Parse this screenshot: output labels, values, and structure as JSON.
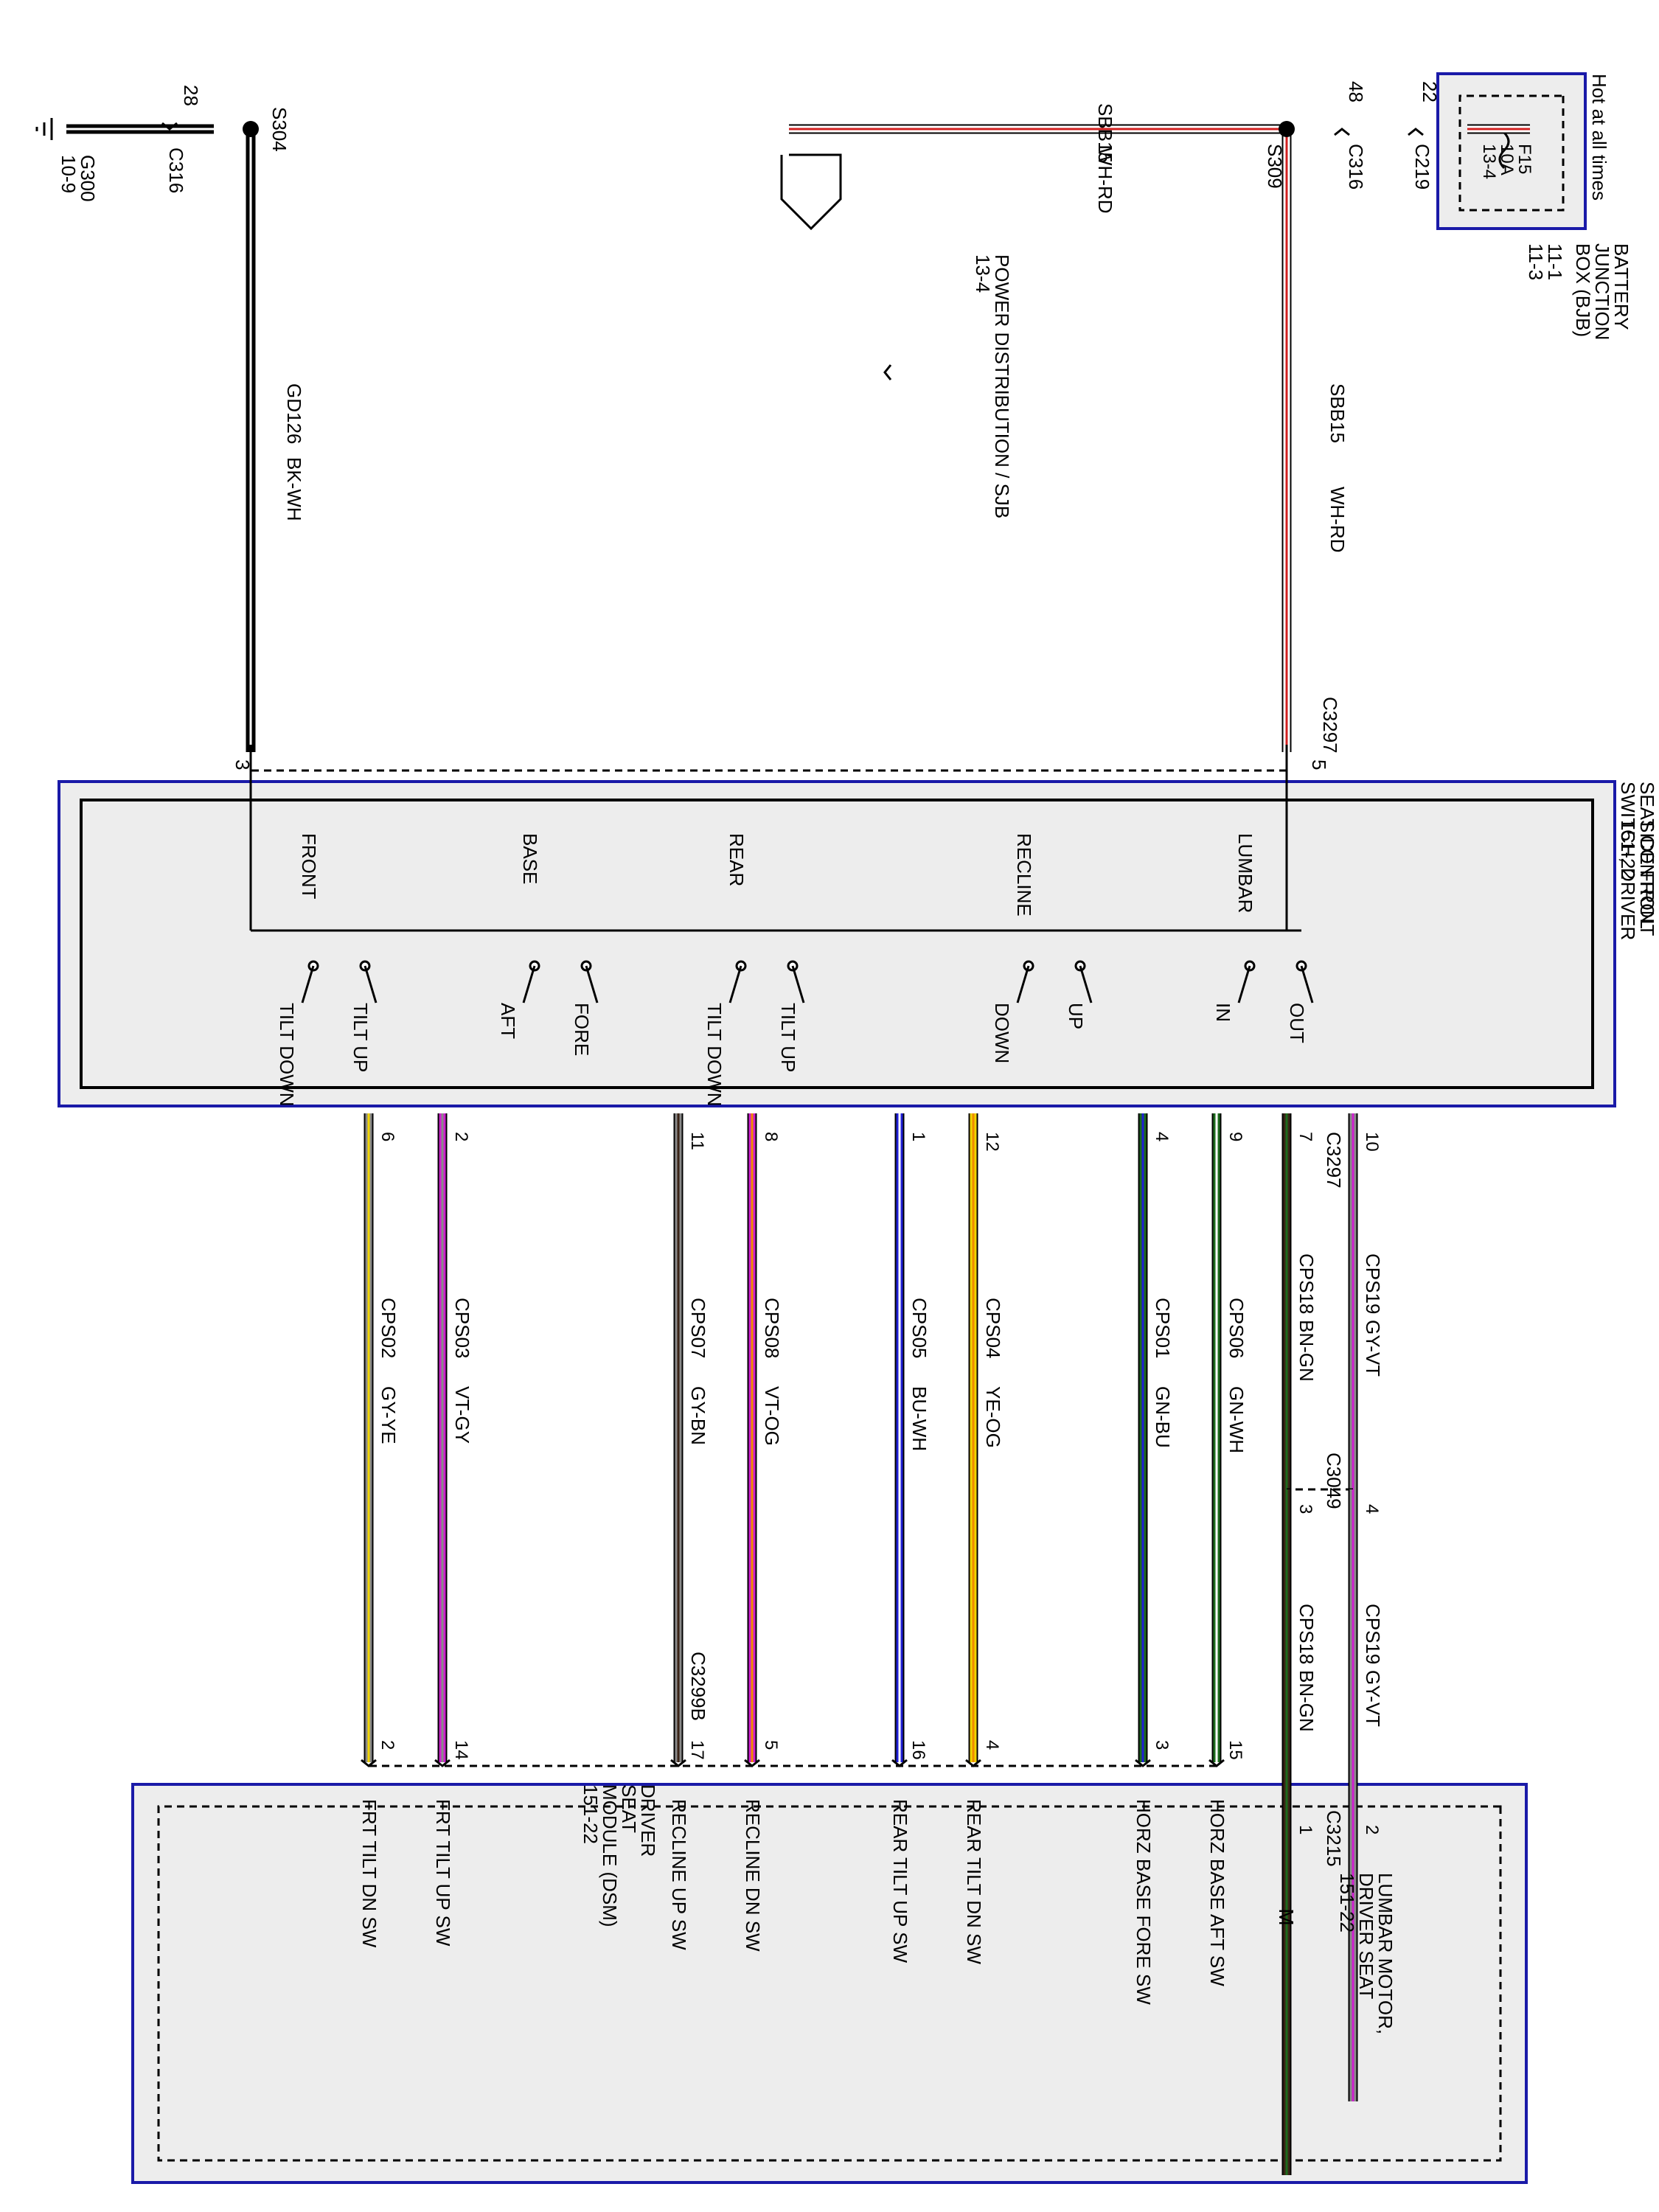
{
  "colors": {
    "ink": "#000000",
    "module_border": "#1a1aa8",
    "module_fill": "#ededed",
    "wire_colors": {
      "WH": "#ffffff",
      "RD": "#d22020",
      "BK": "#000000",
      "GN": "#1d6b1d",
      "BU": "#1f1fd6",
      "BN": "#3a2417",
      "GY": "#8a8a8a",
      "VT": "#cf1fcf",
      "YE": "#f0d400",
      "OG": "#f08a00"
    }
  },
  "title_block": {
    "hot_label": "Hot at all times",
    "fuse_name": "F15",
    "fuse_rating": "10A",
    "fuse_ref": "13-4",
    "bjb_name": [
      "BATTERY",
      "JUNCTION",
      "BOX (BJB)"
    ],
    "bjb_refs": [
      "11-1",
      "11-3"
    ]
  },
  "power_feed": {
    "c219": {
      "connector": "C219",
      "pin": "22"
    },
    "c316": {
      "connector": "C316",
      "pin": "48"
    },
    "splice": "S309",
    "circuit": "SBB15",
    "color": "WH-RD",
    "pds_label": [
      "POWER DISTRIBUTION / SJB",
      "13-4"
    ]
  },
  "ground_feed": {
    "ground": [
      "G300",
      "10-9"
    ],
    "connector": "C316",
    "pin": "28",
    "splice": "S304",
    "circuit": "GD126",
    "color": "BK-WH"
  },
  "seat_switch": {
    "name": [
      "SEAT CONTROL",
      "SWITCH, DRIVER",
      "SIDE FRONT",
      "151-22"
    ],
    "connector": "C3297",
    "power_pin": "5",
    "ground_pin": "3",
    "groups": [
      {
        "name": "LUMBAR",
        "a": "OUT",
        "b": "IN"
      },
      {
        "name": "RECLINE",
        "a": "UP",
        "b": "DOWN"
      },
      {
        "name": "REAR",
        "a": "TILT UP",
        "b": "TILT DOWN"
      },
      {
        "name": "BASE",
        "a": "FORE",
        "b": "AFT"
      },
      {
        "name": "FRONT",
        "a": "TILT UP",
        "b": "TILT DOWN"
      }
    ]
  },
  "lumbar_wires": [
    {
      "sw_pin": "7",
      "circuit": "CPS18",
      "color": "BN-GN",
      "c3049_pin": "3",
      "motor_pin": "1"
    },
    {
      "sw_pin": "10",
      "circuit": "CPS19",
      "color": "GY-VT",
      "c3049_pin": "4",
      "motor_pin": "2"
    }
  ],
  "inline_connector": "C3049",
  "motor_connector": "C3215",
  "lumbar_motor": {
    "name": [
      "LUMBAR MOTOR,",
      "DRIVER SEAT",
      "151-22"
    ],
    "symbol": "M"
  },
  "dsm_wires": [
    {
      "sw_pin": "11",
      "circuit": "CPS07",
      "color": "GY-BN",
      "dsm_pin": "17",
      "dsm_label": "RECLINE UP SW"
    },
    {
      "sw_pin": "8",
      "circuit": "CPS08",
      "color": "VT-OG",
      "dsm_pin": "5",
      "dsm_label": "RECLINE DN SW"
    },
    {
      "sw_pin": "1",
      "circuit": "CPS05",
      "color": "BU-WH",
      "dsm_pin": "16",
      "dsm_label": "REAR TILT UP SW"
    },
    {
      "sw_pin": "12",
      "circuit": "CPS04",
      "color": "YE-OG",
      "dsm_pin": "4",
      "dsm_label": "REAR TILT DN SW"
    },
    {
      "sw_pin": "4",
      "circuit": "CPS01",
      "color": "GN-BU",
      "dsm_pin": "3",
      "dsm_label": "HORZ BASE FORE SW"
    },
    {
      "sw_pin": "9",
      "circuit": "CPS06",
      "color": "GN-WH",
      "dsm_pin": "15",
      "dsm_label": "HORZ BASE AFT SW"
    },
    {
      "sw_pin": "2",
      "circuit": "CPS03",
      "color": "VT-GY",
      "dsm_pin": "14",
      "dsm_label": "FRT TILT UP SW"
    },
    {
      "sw_pin": "6",
      "circuit": "CPS02",
      "color": "GY-YE",
      "dsm_pin": "2",
      "dsm_label": "FRT TILT DN SW"
    }
  ],
  "dsm_connector": "C3299B",
  "dsm": {
    "name": [
      "DRIVER",
      "SEAT",
      "MODULE (DSM)",
      "151-22"
    ]
  }
}
